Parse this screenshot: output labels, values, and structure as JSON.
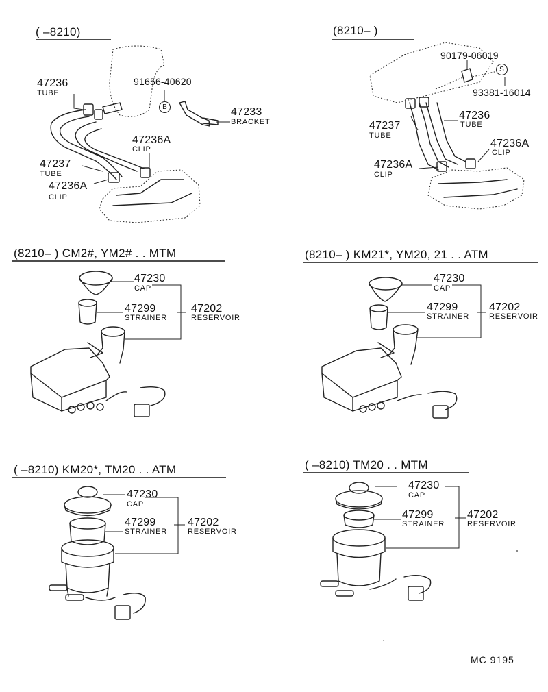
{
  "panels": {
    "top_left": {
      "header": "(      –8210)",
      "parts": [
        {
          "no": "47236",
          "name": "TUBE"
        },
        {
          "no": "91656-40620",
          "name": ""
        },
        {
          "no": "47233",
          "name": "BRACKET"
        },
        {
          "no": "47236A",
          "name": "CLIP"
        },
        {
          "no": "47237",
          "name": "TUBE"
        },
        {
          "no": "47236A",
          "name": "CLIP"
        }
      ],
      "symbol": "B"
    },
    "top_right": {
      "header": "(8210–      )",
      "parts": [
        {
          "no": "90179-06019",
          "name": ""
        },
        {
          "no": "93381-16014",
          "name": ""
        },
        {
          "no": "47236",
          "name": "TUBE"
        },
        {
          "no": "47237",
          "name": "TUBE"
        },
        {
          "no": "47236A",
          "name": "CLIP"
        },
        {
          "no": "47236A",
          "name": "CLIP"
        }
      ],
      "symbol": "S"
    },
    "mid_left": {
      "header": "(8210–      ) CM2#, YM2# . . MTM",
      "parts": [
        {
          "no": "47230",
          "name": "CAP"
        },
        {
          "no": "47299",
          "name": "STRAINER"
        },
        {
          "no": "47202",
          "name": "RESERVOIR"
        }
      ]
    },
    "mid_right": {
      "header": "(8210–      ) KM21*, YM20, 21 . . ATM",
      "parts": [
        {
          "no": "47230",
          "name": "CAP"
        },
        {
          "no": "47299",
          "name": "STRAINER"
        },
        {
          "no": "47202",
          "name": "RESERVOIR"
        }
      ]
    },
    "bot_left": {
      "header": "(      –8210) KM20*, TM20 . . ATM",
      "parts": [
        {
          "no": "47230",
          "name": "CAP"
        },
        {
          "no": "47299",
          "name": "STRAINER"
        },
        {
          "no": "47202",
          "name": "RESERVOIR"
        }
      ]
    },
    "bot_right": {
      "header": "(      –8210) TM20 . . MTM",
      "parts": [
        {
          "no": "47230",
          "name": "CAP"
        },
        {
          "no": "47299",
          "name": "STRAINER"
        },
        {
          "no": "47202",
          "name": "RESERVOIR"
        }
      ]
    }
  },
  "footer_code": "MC  9195"
}
